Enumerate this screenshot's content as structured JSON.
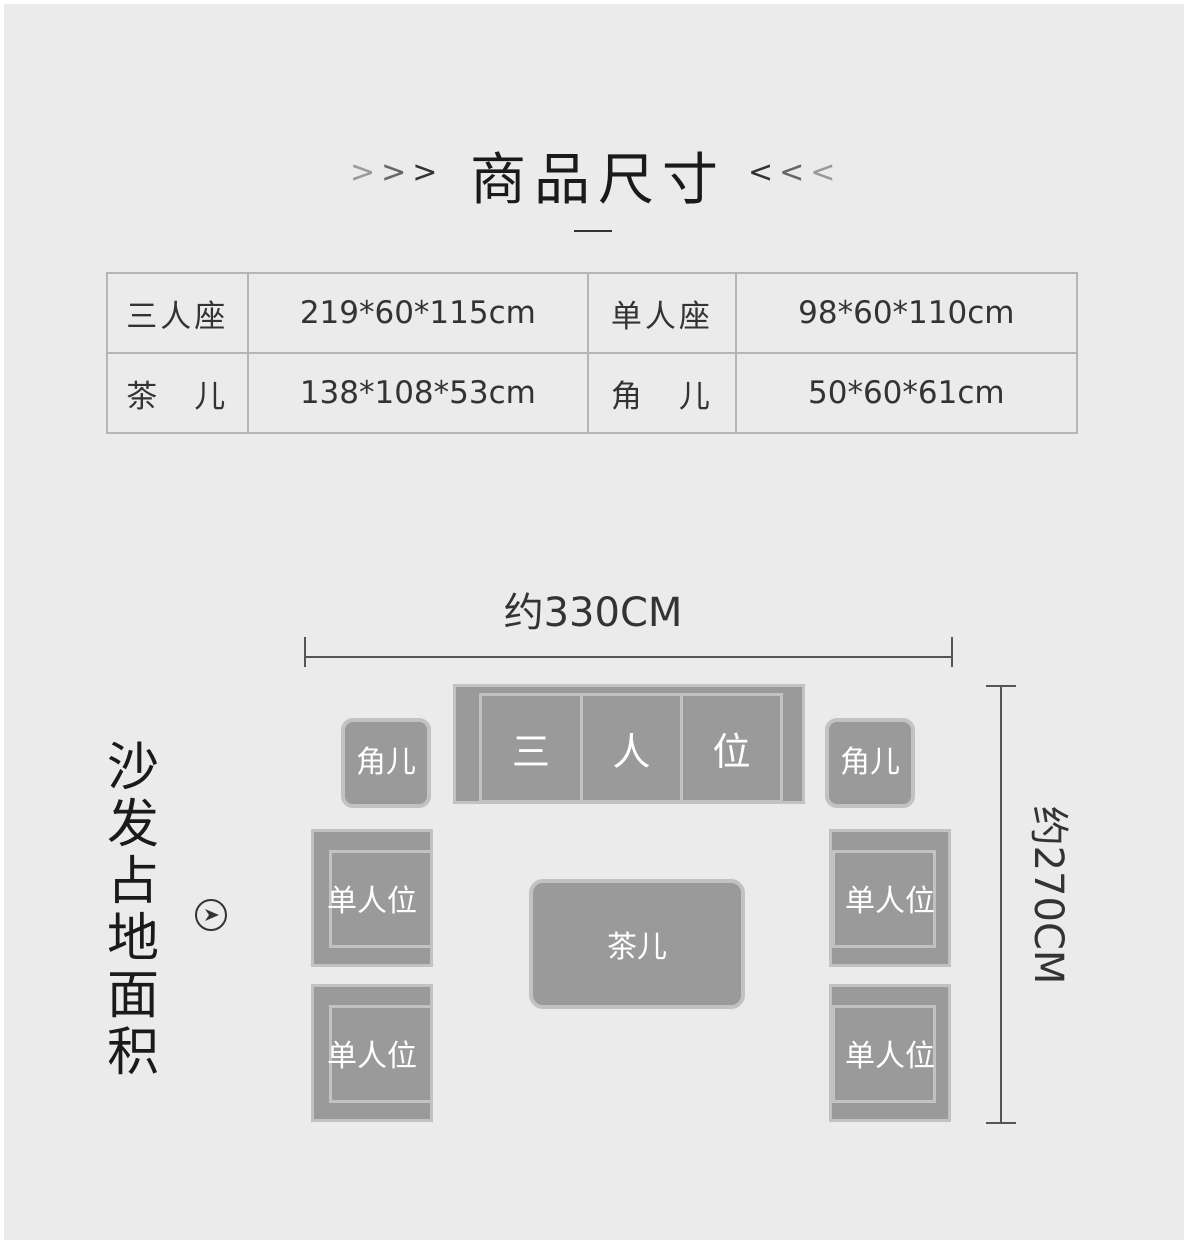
{
  "title": {
    "text": "商品尺寸",
    "left_arrows": [
      ">",
      ">",
      ">"
    ],
    "right_arrows": [
      "<",
      "<",
      "<"
    ],
    "arrow_colors": [
      "#999999",
      "#666666",
      "#333333"
    ]
  },
  "spec_table": {
    "rows": [
      [
        {
          "label": "三人座",
          "value": "219*60*115cm"
        },
        {
          "label": "单人座",
          "value": "98*60*110cm"
        }
      ],
      [
        {
          "label": "茶　儿",
          "value": "138*108*53cm"
        },
        {
          "label": "角　儿",
          "value": "50*60*61cm"
        }
      ]
    ]
  },
  "layout_diagram": {
    "side_label": "沙发占地面积",
    "width_label": "约330CM",
    "height_label": "约270CM",
    "corner_table_label": "角儿",
    "three_seat_labels": [
      "三",
      "人",
      "位"
    ],
    "single_seat_label": "单人位",
    "coffee_table_label": "茶儿",
    "colors": {
      "furniture": "#9a9a9a",
      "outline": "#c2c2c2",
      "background": "#ebebeb"
    }
  }
}
